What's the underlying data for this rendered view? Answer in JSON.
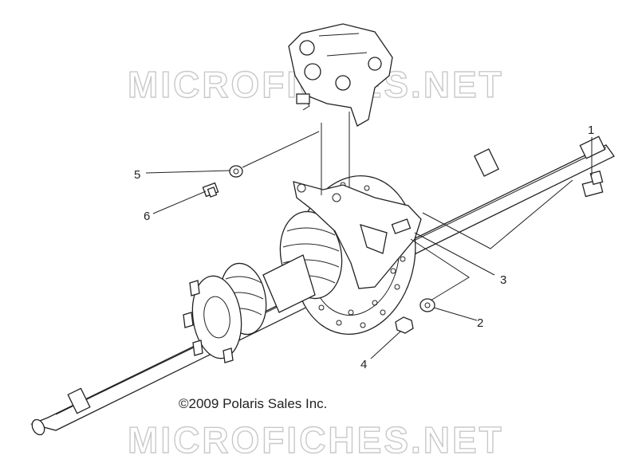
{
  "watermarks": [
    "MICROFICHES.NET",
    "MICROFICHES.NET"
  ],
  "copyright": "©2009 Polaris Sales Inc.",
  "callouts": [
    {
      "id": "1",
      "label": "1"
    },
    {
      "id": "2",
      "label": "2"
    },
    {
      "id": "3",
      "label": "3"
    },
    {
      "id": "4",
      "label": "4"
    },
    {
      "id": "5",
      "label": "5"
    },
    {
      "id": "6",
      "label": "6"
    }
  ]
}
